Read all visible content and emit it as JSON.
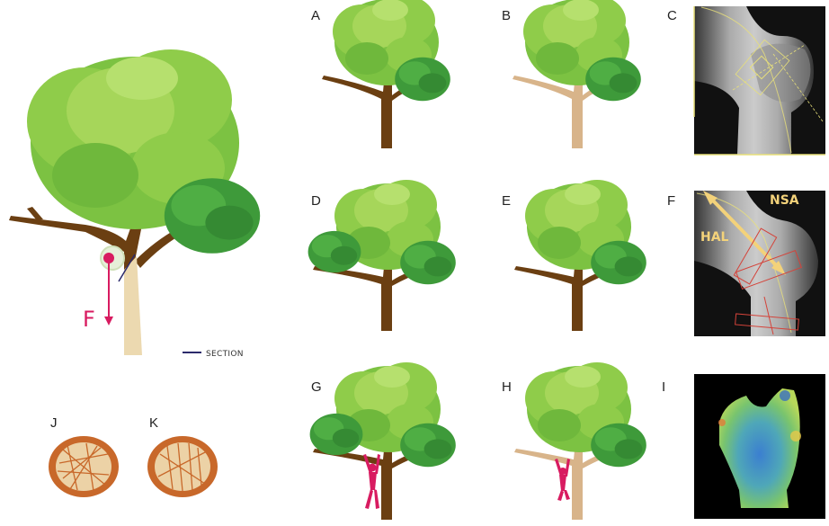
{
  "panel_labels": {
    "a": "A",
    "b": "B",
    "c": "C",
    "d": "D",
    "e": "E",
    "f": "F",
    "g": "G",
    "h": "H",
    "i": "I",
    "j": "J",
    "k": "K"
  },
  "main_figure": {
    "force_label": "F",
    "legend_label": "SECTION"
  },
  "xray_f": {
    "hal_label": "HAL",
    "nsa_label": "NSA"
  },
  "colors": {
    "canopy_light": "#a6d65a",
    "canopy_mid": "#7cc242",
    "canopy_dark": "#3e9a3a",
    "trunk_brown": "#6b3f12",
    "trunk_beige": "#d8b48a",
    "force_magenta": "#d81b60",
    "cross_section": "#c8682a",
    "annotation_yellow": "#f3d27a"
  }
}
